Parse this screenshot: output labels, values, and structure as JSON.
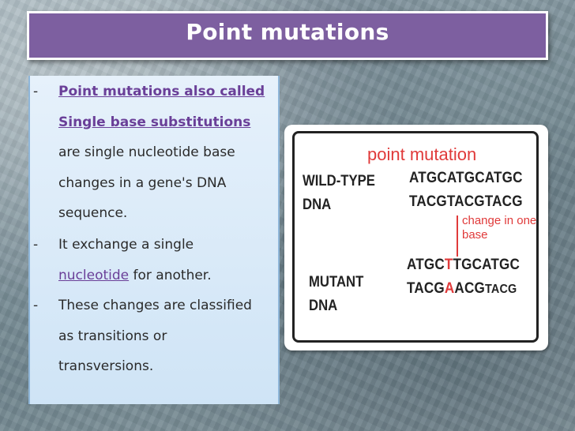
{
  "title": "Point mutations",
  "bullets": [
    {
      "dash": "-",
      "lines": [
        {
          "segments": [
            {
              "text": "Point mutations also called",
              "style": "purple-bold"
            }
          ]
        },
        {
          "segments": [
            {
              "text": "Single base substitutions",
              "style": "purple-bold"
            }
          ]
        },
        {
          "segments": [
            {
              "text": "are single nucleotide base",
              "style": "plain"
            }
          ]
        },
        {
          "segments": [
            {
              "text": "changes in a gene's DNA",
              "style": "plain"
            }
          ]
        },
        {
          "segments": [
            {
              "text": "sequence.",
              "style": "plain"
            }
          ]
        }
      ]
    },
    {
      "dash": "-",
      "lines": [
        {
          "segments": [
            {
              "text": "It exchange a single",
              "style": "plain"
            }
          ]
        },
        {
          "segments": [
            {
              "text": "nucleotide",
              "style": "link"
            },
            {
              "text": " for another.",
              "style": "plain"
            }
          ]
        }
      ]
    },
    {
      "dash": "-",
      "lines": [
        {
          "segments": [
            {
              "text": "These changes are classified",
              "style": "plain"
            }
          ]
        },
        {
          "segments": [
            {
              "text": "as transitions or",
              "style": "plain"
            }
          ]
        },
        {
          "segments": [
            {
              "text": "transversions.",
              "style": "plain"
            }
          ]
        }
      ]
    }
  ],
  "diagram": {
    "title": "point mutation",
    "wild_type_label_1": "WILD-TYPE",
    "wild_type_label_2": "DNA",
    "wild_seq_top": "ATGCATGCATGC",
    "wild_seq_bottom": "TACGTACGTACG",
    "change_note_1": "change in one",
    "change_note_2": "base",
    "mutant_label_1": "MUTANT",
    "mutant_label_2": "DNA",
    "mut_top_a": "ATGC",
    "mut_top_b": "T",
    "mut_top_c": "TGCATGC",
    "mut_bot_a": "TACG",
    "mut_bot_b": "A",
    "mut_bot_c": "ACG",
    "mut_bot_d": "TACG",
    "colors": {
      "accent": "#e03a3a",
      "title_bar": "#7d5fa0",
      "bullet_emphasis": "#6a3f98"
    }
  }
}
